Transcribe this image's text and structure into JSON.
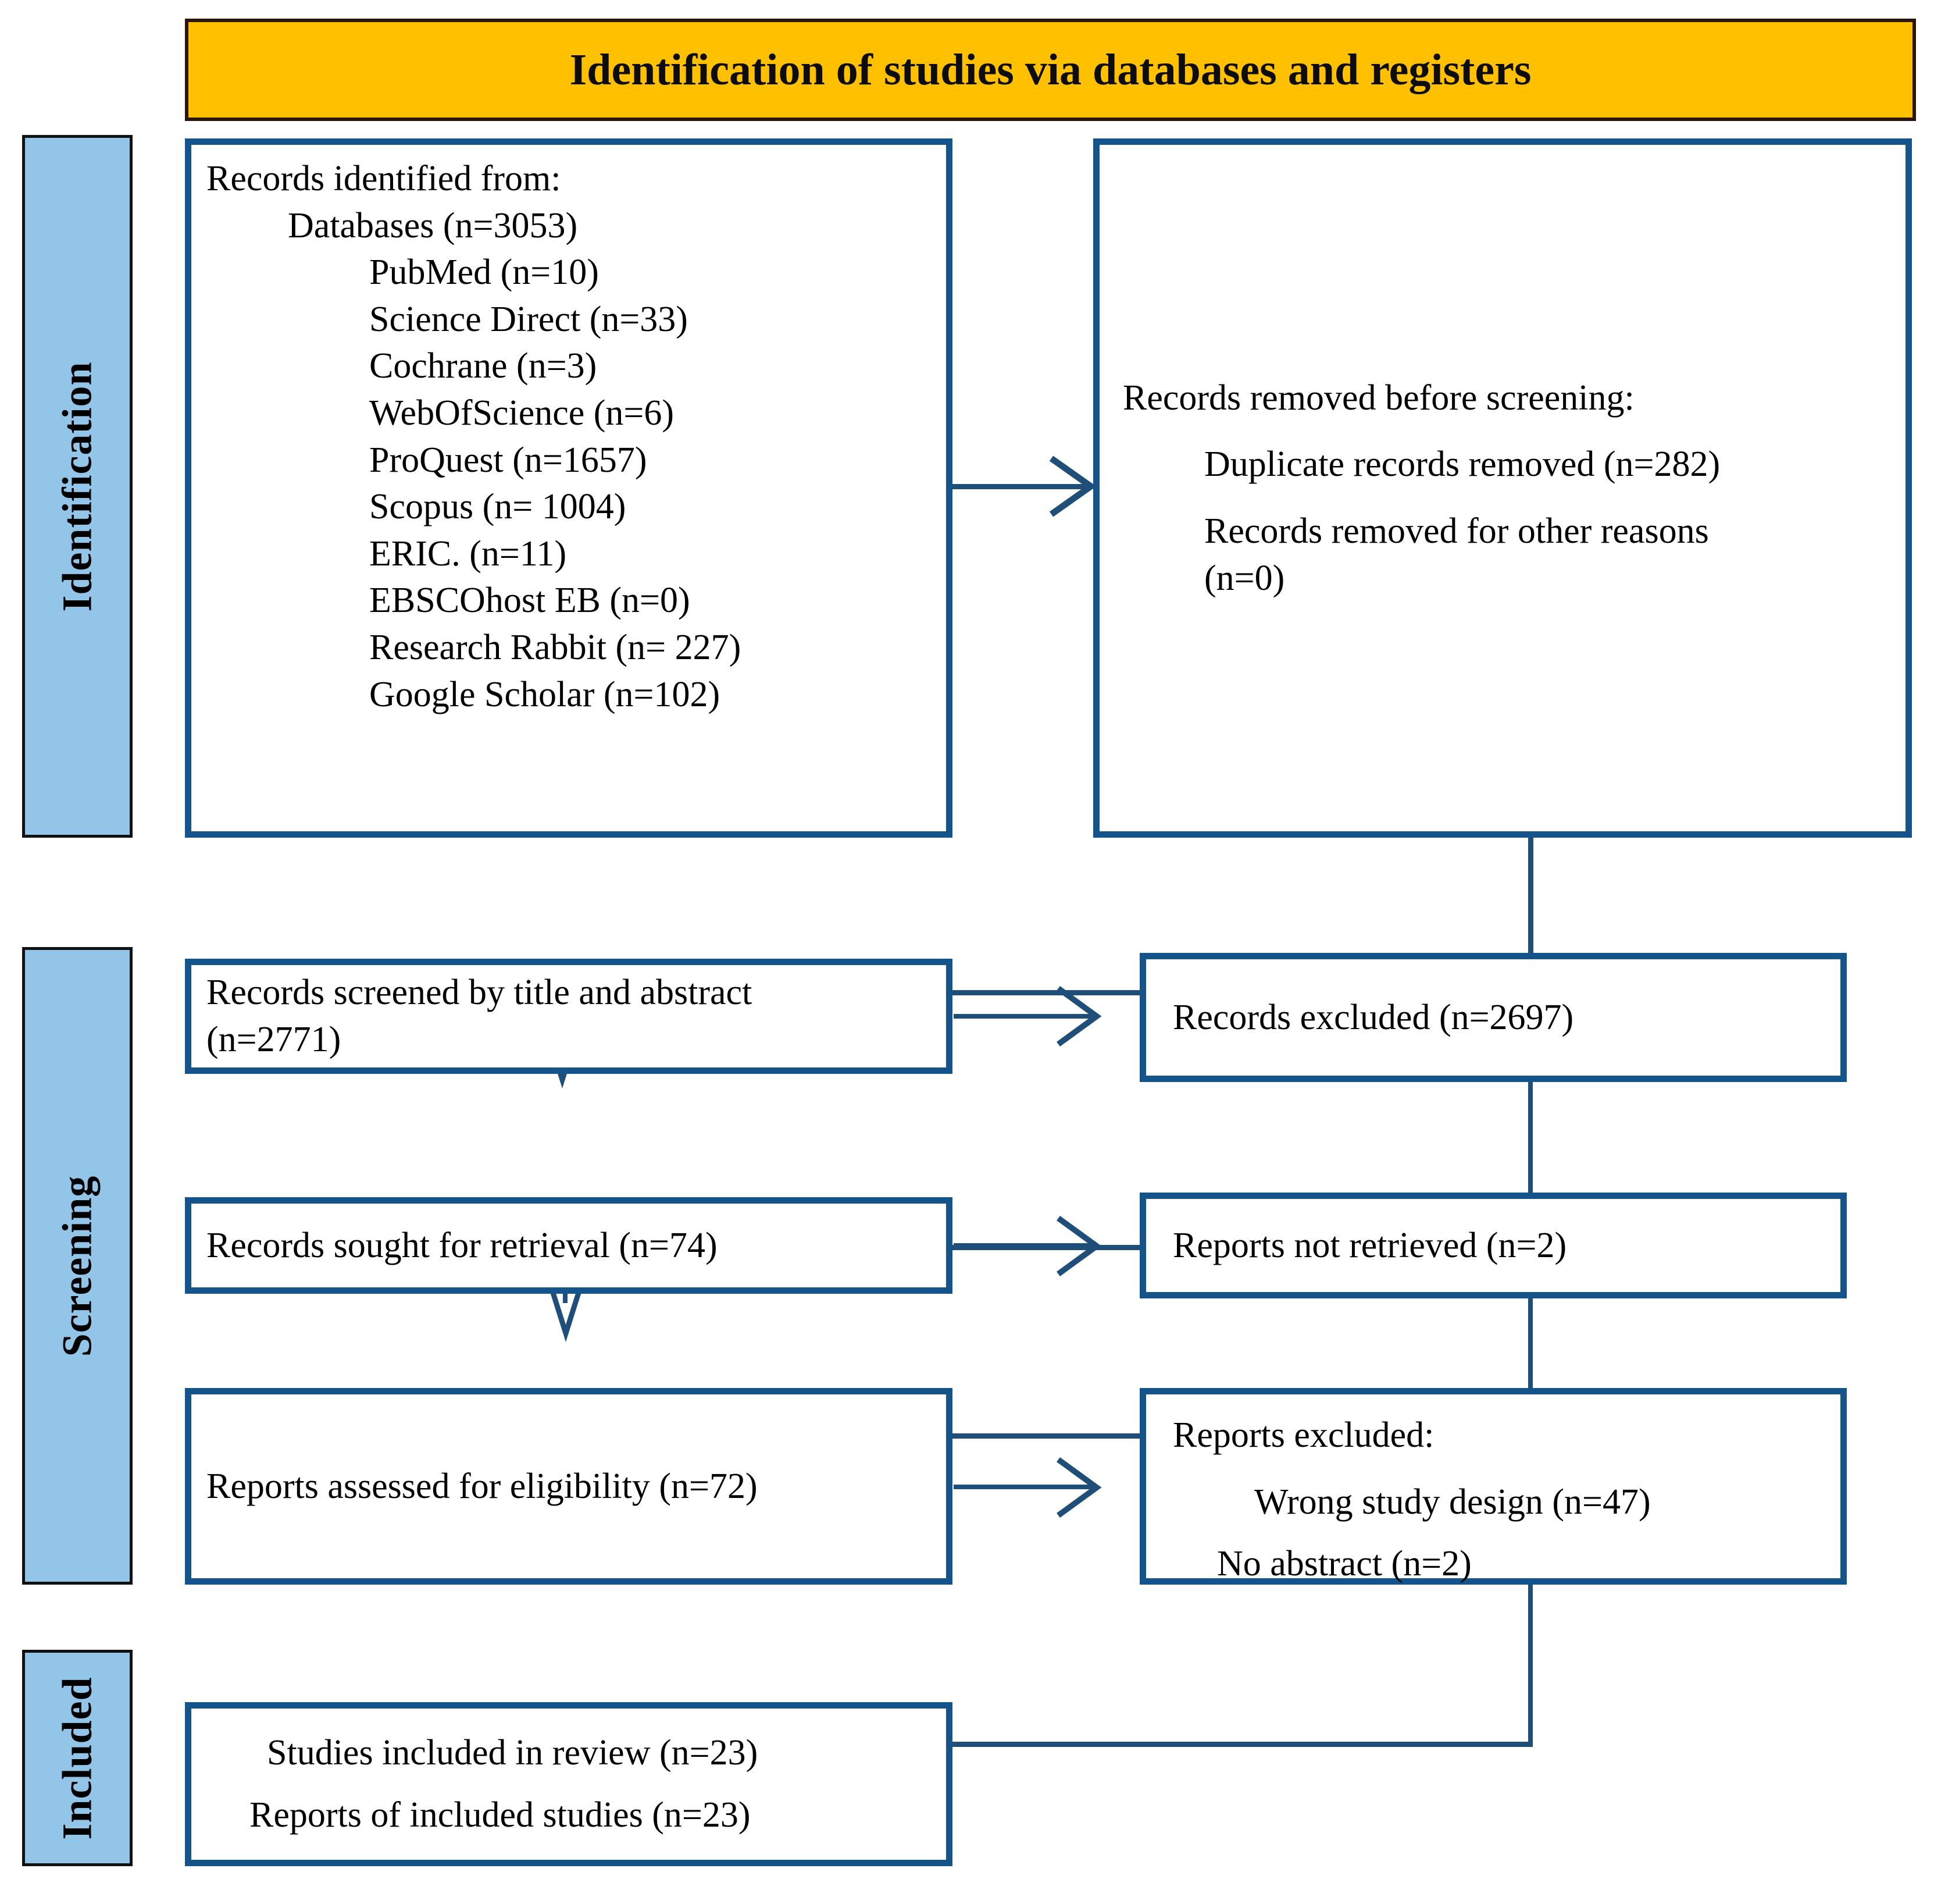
{
  "title": {
    "text": "Identification of studies via databases and registers",
    "background_color": "#FFC000",
    "border_color": "#2b1508"
  },
  "stages": [
    {
      "id": "identification",
      "label": "Identification"
    },
    {
      "id": "screening",
      "label": "Screening"
    },
    {
      "id": "included",
      "label": "Included"
    }
  ],
  "theme": {
    "stage_fill": "#92C5E8",
    "box_border": "#14548A",
    "connector": "#1F4E79",
    "text": "#000000"
  },
  "boxes": {
    "records_identified": {
      "heading": "Records identified from:",
      "subheading": "Databases (n=3053)",
      "sources": [
        "PubMed (n=10)",
        "Science Direct (n=33)",
        "Cochrane (n=3)",
        "WebOfScience (n=6)",
        "ProQuest (n=1657)",
        "Scopus (n= 1004)",
        "ERIC. (n=11)",
        "EBSCOhost EB (n=0)",
        "Research Rabbit (n= 227)",
        "Google Scholar (n=102)"
      ]
    },
    "records_removed": {
      "heading": "Records removed before screening:",
      "items": [
        "Duplicate records removed (n=282)",
        "Records removed for other reasons (n=0)"
      ]
    },
    "records_screened": {
      "line1": "Records screened by title and abstract",
      "line2": "(n=2771)"
    },
    "records_excluded": {
      "line1": "Records excluded  (n=2697)"
    },
    "records_sought": {
      "line1": "Records sought for retrieval (n=74)"
    },
    "reports_not_retrieved": {
      "line1": "Reports not retrieved (n=2)"
    },
    "reports_assessed": {
      "line1": "Reports assessed for eligibility (n=72)"
    },
    "reports_excluded": {
      "heading": "Reports excluded:",
      "items": [
        "Wrong study design (n=47)",
        "No abstract (n=2)"
      ]
    },
    "studies_included": {
      "line1": "Studies included in review (n=23)",
      "line2": "Reports of included studies (n=23)"
    }
  }
}
